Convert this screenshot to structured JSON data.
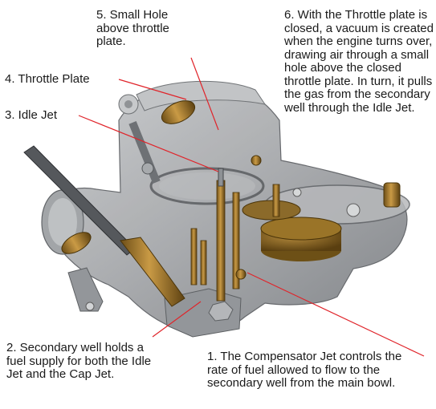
{
  "callouts": {
    "c1": "1. The Compensator Jet controls the rate of fuel allowed to flow to the secondary well from the main bowl.",
    "c2": "2. Secondary well holds a fuel supply for both the Idle Jet and the Cap Jet.",
    "c3": "3. Idle Jet",
    "c4": "4. Throttle Plate",
    "c5": "5. Small Hole above throttle plate.",
    "c6": "6. With the Throttle plate is closed, a vacuum is created when the engine turns over, drawing air through a small hole above the closed throttle plate. In turn, it pulls the gas from the secondary well through the Idle Jet."
  },
  "colors": {
    "leader": "#e0242a",
    "body_gray": "#a9abad",
    "brass": "#a9802f"
  }
}
